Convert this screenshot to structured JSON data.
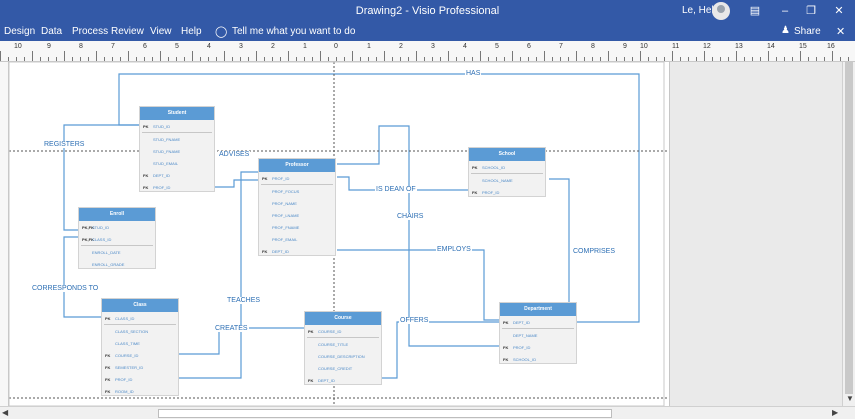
{
  "window": {
    "title": "Drawing2 - Visio Professional",
    "user": "Le, Helen"
  },
  "menu": {
    "items": [
      "Design",
      "Data",
      "Process",
      "Review",
      "View",
      "Help"
    ],
    "tell_me": "Tell me what you want to do",
    "share": "Share"
  },
  "ruler": {
    "labels": [
      "10",
      "9",
      "8",
      "7",
      "6",
      "5",
      "4",
      "3",
      "2",
      "1",
      "0",
      "1",
      "2",
      "3",
      "4",
      "5",
      "6",
      "7",
      "8",
      "9",
      "10",
      "11",
      "12",
      "13",
      "14",
      "15",
      "16"
    ]
  },
  "entities": {
    "student": {
      "name": "Student",
      "rows": [
        {
          "key": "PK",
          "field": "STUD_ID"
        },
        {
          "key": "",
          "field": "STUD_FNAME"
        },
        {
          "key": "",
          "field": "STUD_FNAME"
        },
        {
          "key": "",
          "field": "STUD_EMAIL"
        },
        {
          "key": "FK",
          "field": "DEPT_ID"
        },
        {
          "key": "FK",
          "field": "PROF_ID"
        }
      ]
    },
    "professor": {
      "name": "Professor",
      "rows": [
        {
          "key": "PK",
          "field": "PROF_ID"
        },
        {
          "key": "",
          "field": "PROF_FOCUS"
        },
        {
          "key": "",
          "field": "PROF_NAME"
        },
        {
          "key": "",
          "field": "PROF_LNAME"
        },
        {
          "key": "",
          "field": "PROF_FNAME"
        },
        {
          "key": "",
          "field": "PROF_EMAIL"
        },
        {
          "key": "FK",
          "field": "DEPT_ID"
        }
      ]
    },
    "school": {
      "name": "School",
      "rows": [
        {
          "key": "PK",
          "field": "SCHOOL_ID"
        },
        {
          "key": "",
          "field": "SCHOOL_NAME"
        },
        {
          "key": "FK",
          "field": "PROF_ID"
        }
      ]
    },
    "enroll": {
      "name": "Enroll",
      "rows": [
        {
          "key": "PK,FK",
          "field": "STUD_ID"
        },
        {
          "key": "PK,FK",
          "field": "CLASS_ID"
        },
        {
          "key": "",
          "field": "ENROLL_DATE"
        },
        {
          "key": "",
          "field": "ENROLL_GRADE"
        }
      ]
    },
    "class": {
      "name": "Class",
      "rows": [
        {
          "key": "PK",
          "field": "CLASS_ID"
        },
        {
          "key": "",
          "field": "CLASS_SECTION"
        },
        {
          "key": "",
          "field": "CLASS_TIME"
        },
        {
          "key": "FK",
          "field": "COURSE_ID"
        },
        {
          "key": "FK",
          "field": "SEMESTER_ID"
        },
        {
          "key": "FK",
          "field": "PROF_ID"
        },
        {
          "key": "FK",
          "field": "ROOM_ID"
        }
      ]
    },
    "course": {
      "name": "Course",
      "rows": [
        {
          "key": "PK",
          "field": "COURSE_ID"
        },
        {
          "key": "",
          "field": "COURSE_TITLE"
        },
        {
          "key": "",
          "field": "COURSE_DESCRIPTION"
        },
        {
          "key": "",
          "field": "COURSE_CREDIT"
        },
        {
          "key": "FK",
          "field": "DEPT_ID"
        }
      ]
    },
    "department": {
      "name": "Department",
      "rows": [
        {
          "key": "PK",
          "field": "DEPT_ID"
        },
        {
          "key": "",
          "field": "DEPT_NAME"
        },
        {
          "key": "FK",
          "field": "PROF_ID"
        },
        {
          "key": "FK",
          "field": "SCHOOL_ID"
        }
      ]
    }
  },
  "relationships": {
    "has": "HAS",
    "registers": "REGISTERS",
    "advises": "ADVISES",
    "is_dean_of": "IS DEAN OF",
    "chairs": "CHAIRS",
    "employs": "EMPLOYS",
    "comprises": "COMPRISES",
    "corresponds_to": "CORRESPONDS TO",
    "teaches": "TEACHES",
    "creates": "CREATES",
    "offers": "OFFERS"
  },
  "colors": {
    "title_bar": "#3359a7",
    "entity_header": "#5b9bd5",
    "connector": "#5b9bd5",
    "page_break": "#555555"
  }
}
